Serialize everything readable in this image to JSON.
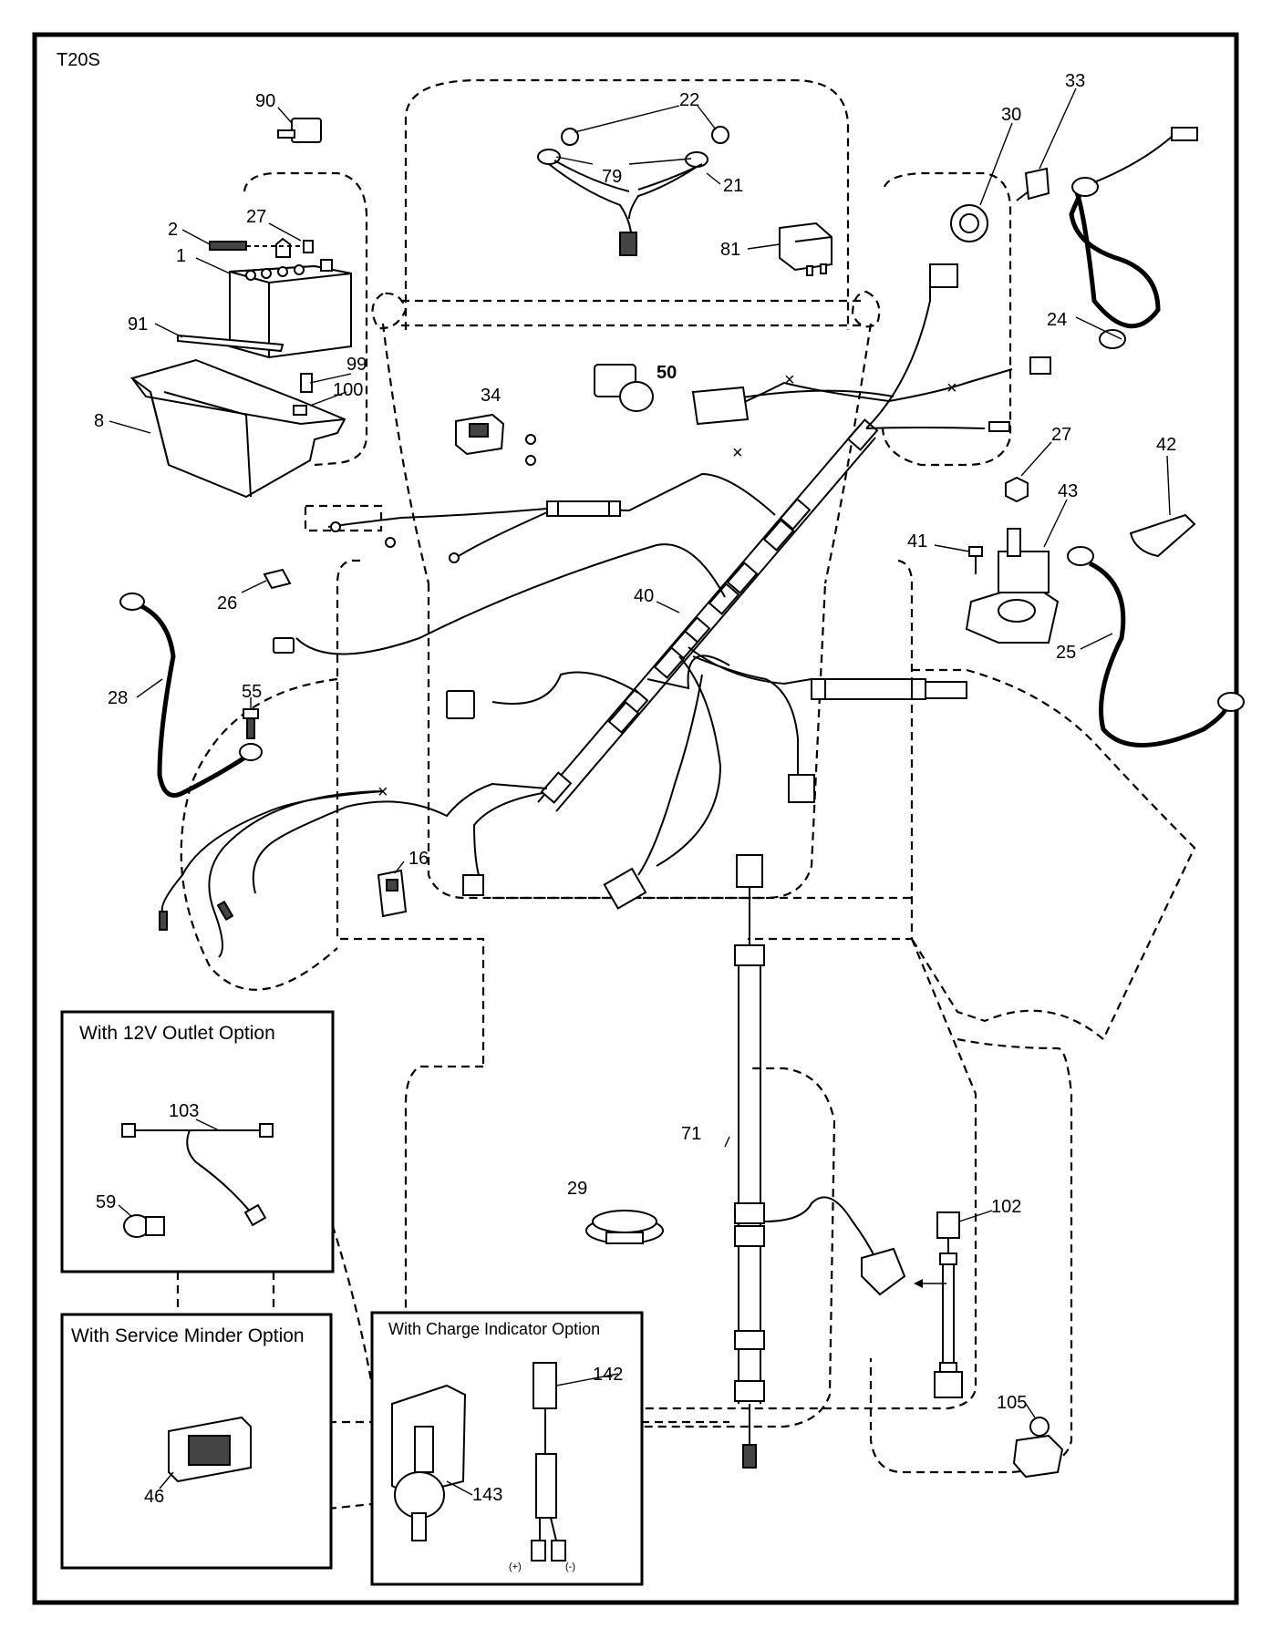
{
  "model_code": "T20S",
  "callouts": {
    "p1": "1",
    "p2": "2",
    "p8": "8",
    "p16": "16",
    "p21": "21",
    "p22": "22",
    "p24": "24",
    "p25": "25",
    "p26": "26",
    "p27a": "27",
    "p27b": "27",
    "p28": "28",
    "p29": "29",
    "p30": "30",
    "p33": "33",
    "p34": "34",
    "p40": "40",
    "p41": "41",
    "p42": "42",
    "p43": "43",
    "p46": "46",
    "p50": "50",
    "p55": "55",
    "p59": "59",
    "p71": "71",
    "p79": "79",
    "p81": "81",
    "p90": "90",
    "p91": "91",
    "p99": "99",
    "p100": "100",
    "p102": "102",
    "p103": "103",
    "p105": "105",
    "p142": "142",
    "p143": "143"
  },
  "options": {
    "outlet_title": "With 12V Outlet Option",
    "service_minder_title": "With Service Minder Option",
    "charge_indicator_title": "With Charge Indicator Option",
    "plus_label": "(+)",
    "minus_label": "(-)"
  }
}
